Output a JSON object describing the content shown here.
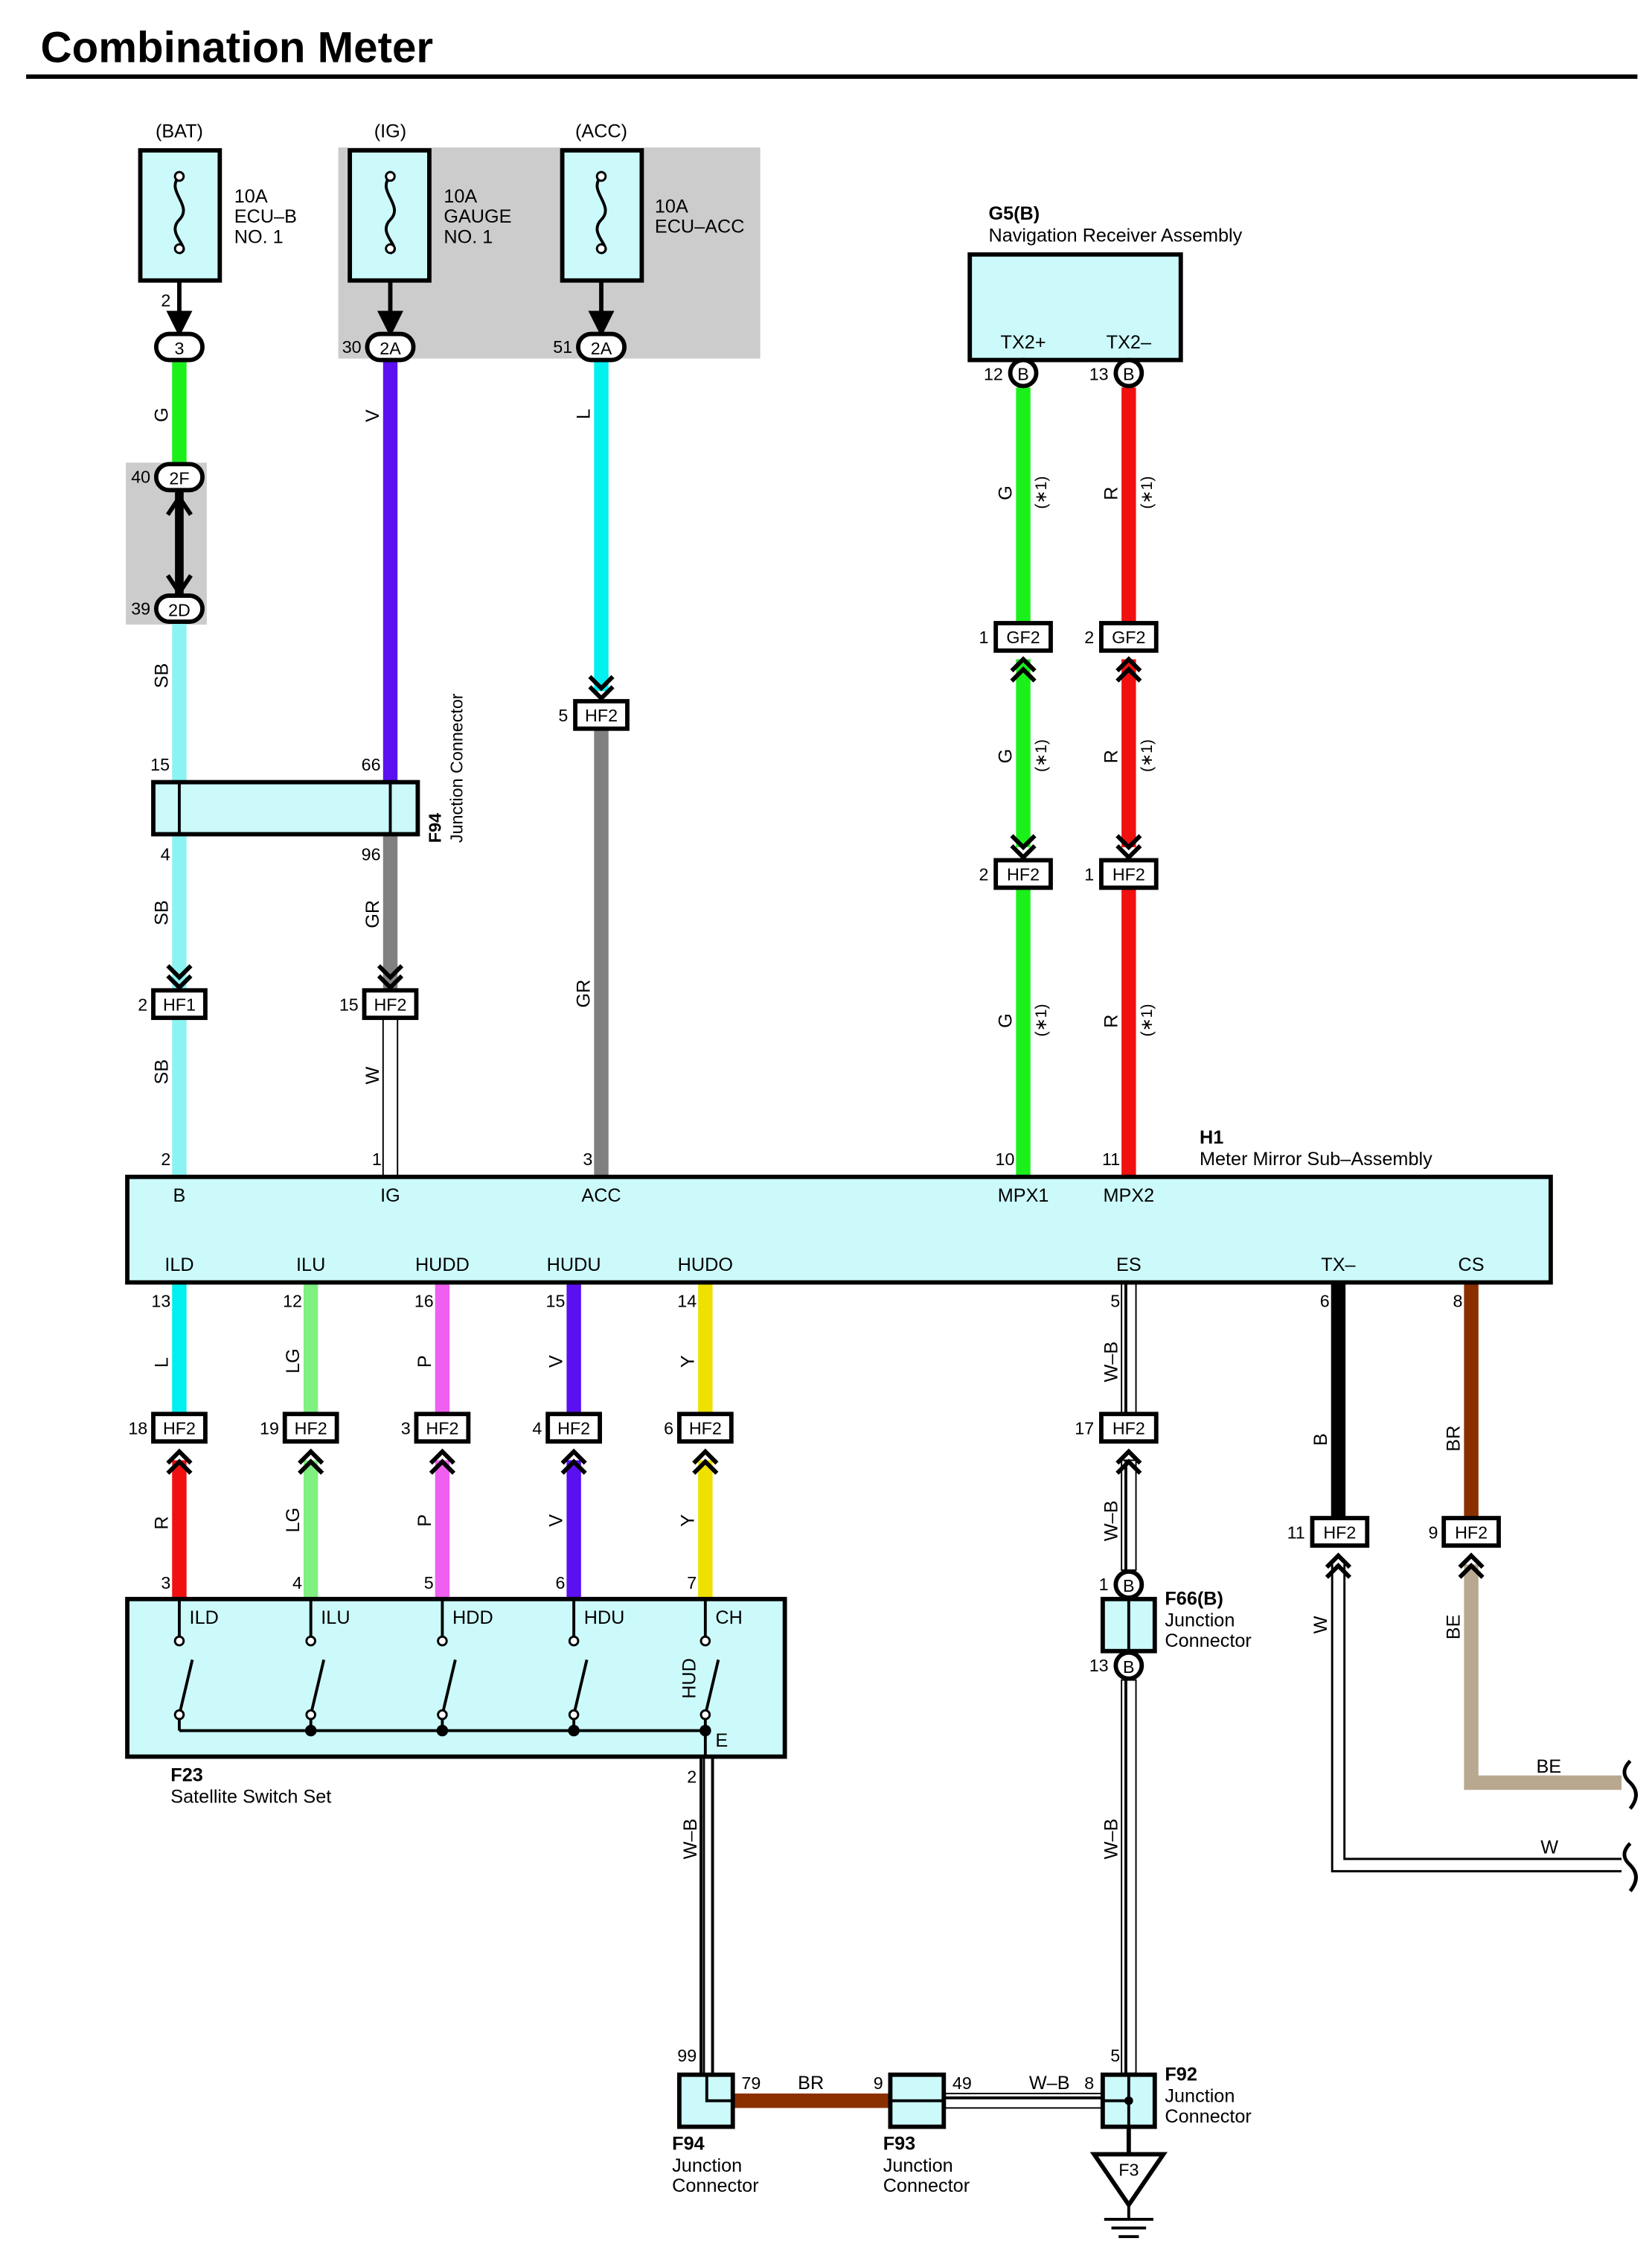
{
  "title": "Combination Meter",
  "colors": {
    "G": "#1bf01b",
    "V": "#5a10f0",
    "L": "#00f0f0",
    "SB": "#8cf3f3",
    "GR": "#808080",
    "R": "#f01010",
    "LG": "#80f080",
    "P": "#f060f0",
    "Y": "#f0e000",
    "B": "#000000",
    "BR": "#8a3000",
    "BE": "#b8a890",
    "W": "#ffffff",
    "fill": "#ccfafa",
    "shade": "#cccccc"
  },
  "fuses": [
    {
      "supply": "(BAT)",
      "amp": "10A",
      "name1": "ECU–B",
      "name2": "NO. 1",
      "pin": "2",
      "conn_pin": "3",
      "conn": "3"
    },
    {
      "supply": "(IG)",
      "amp": "10A",
      "name1": "GAUGE",
      "name2": "NO. 1",
      "pin": "30",
      "conn": "2A"
    },
    {
      "supply": "(ACC)",
      "amp": "10A",
      "name1": "ECU–ACC",
      "name2": "",
      "pin": "51",
      "conn": "2A"
    }
  ],
  "connectors": {
    "c2F": "2F",
    "c2F_pin": "40",
    "c2D": "2D",
    "c2D_pin": "39",
    "hf1": "HF1",
    "hf1_pin": "2",
    "hf2_ig": "HF2",
    "hf2_ig_pin": "15",
    "hf2_acc": "HF2",
    "hf2_acc_pin": "5",
    "gf2_a": "GF2",
    "gf2_a_pin": "1",
    "gf2_b": "GF2",
    "gf2_b_pin": "2",
    "hf2_mpx1": "HF2",
    "hf2_mpx1_pin": "2",
    "hf2_mpx2": "HF2",
    "hf2_mpx2_pin": "1",
    "b_a": "B",
    "b_a_pin": "12",
    "b_b": "B",
    "b_b_pin": "13",
    "hf2_ld": "HF2",
    "hf2_ld_pin": "18",
    "hf2_lu": "HF2",
    "hf2_lu_pin": "19",
    "hf2_dd": "HF2",
    "hf2_dd_pin": "3",
    "hf2_du": "HF2",
    "hf2_du_pin": "4",
    "hf2_do": "HF2",
    "hf2_do_pin": "6",
    "hf2_es": "HF2",
    "hf2_es_pin": "17",
    "hf2_tx": "HF2",
    "hf2_tx_pin": "11",
    "hf2_cs": "HF2",
    "hf2_cs_pin": "9",
    "f66_b1": "B",
    "f66_b1_pin": "1",
    "f66_b2": "B",
    "f66_b2_pin": "13"
  },
  "wire_labels": {
    "g": "G",
    "sb": "SB",
    "v": "V",
    "gr": "GR",
    "w": "W",
    "l": "L",
    "r": "R",
    "lg": "LG",
    "p": "P",
    "y": "Y",
    "wb": "W–B",
    "b": "B",
    "br": "BR",
    "be": "BE",
    "star": "(∗1)"
  },
  "f94_top": {
    "id": "F94",
    "name": "Junction Connector",
    "pin15": "15",
    "pin66": "66",
    "pin4": "4",
    "pin96": "96"
  },
  "g5": {
    "id": "G5(B)",
    "name": "Navigation Receiver Assembly",
    "tx2p": "TX2+",
    "tx2m": "TX2–"
  },
  "h1": {
    "id": "H1",
    "name": "Meter Mirror Sub–Assembly",
    "top_pins": [
      {
        "name": "B",
        "num": "2"
      },
      {
        "name": "IG",
        "num": "1"
      },
      {
        "name": "ACC",
        "num": "3"
      },
      {
        "name": "MPX1",
        "num": "10"
      },
      {
        "name": "MPX2",
        "num": "11"
      }
    ],
    "bottom_pins": [
      {
        "name": "ILD",
        "num": "13"
      },
      {
        "name": "ILU",
        "num": "12"
      },
      {
        "name": "HUDD",
        "num": "16"
      },
      {
        "name": "HUDU",
        "num": "15"
      },
      {
        "name": "HUDO",
        "num": "14"
      },
      {
        "name": "ES",
        "num": "5"
      },
      {
        "name": "TX–",
        "num": "6"
      },
      {
        "name": "CS",
        "num": "8"
      }
    ]
  },
  "f23": {
    "id": "F23",
    "name": "Satellite Switch Set",
    "switches": [
      {
        "name": "ILD",
        "num": "3"
      },
      {
        "name": "ILU",
        "num": "4"
      },
      {
        "name": "HDD",
        "num": "5"
      },
      {
        "name": "HDU",
        "num": "6"
      },
      {
        "name": "CH",
        "num": "7"
      }
    ],
    "hud": "HUD",
    "e": "E",
    "e_pin": "2"
  },
  "f66": {
    "id": "F66(B)",
    "name1": "Junction",
    "name2": "Connector"
  },
  "f94_bottom": {
    "id": "F94",
    "name1": "Junction",
    "name2": "Connector",
    "pin99": "99",
    "pin79": "79"
  },
  "f93": {
    "id": "F93",
    "name1": "Junction",
    "name2": "Connector",
    "pin9": "9",
    "pin49": "49"
  },
  "f92": {
    "id": "F92",
    "name1": "Junction",
    "name2": "Connector",
    "pin5": "5",
    "pin8": "8"
  },
  "ground": "F3"
}
